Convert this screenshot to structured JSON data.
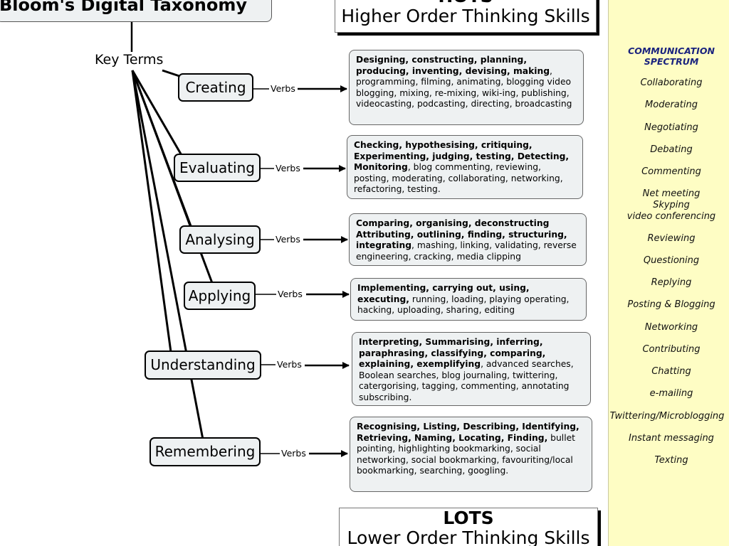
{
  "title": "Bloom's Digital Taxonomy",
  "hots": {
    "abbr": "HOTS",
    "full": "Higher Order Thinking Skills"
  },
  "lots": {
    "abbr": "LOTS",
    "full": "Lower Order Thinking Skills"
  },
  "key_terms": "Key Terms",
  "verbs_label": "Verbs",
  "levels": [
    {
      "name": "Creating",
      "bold": "Designing, constructing, planning, producing, inventing, devising, making",
      "normal": ", programming, filming, animating, blogging video blogging, mixing, re-mixing, wiki-ing, publishing, videocasting, podcasting, directing, broadcasting"
    },
    {
      "name": "Evaluating",
      "bold": "Checking, hypothesising, critiquing, Experimenting, judging, testing, Detecting, Monitoring",
      "normal": ", blog commenting, reviewing, posting, moderating, collaborating, networking, refactoring, testing."
    },
    {
      "name": "Analysing",
      "bold": "Comparing, organising, deconstructing Attributing, outlining, finding, structuring, integrating",
      "normal": ", mashing, linking, validating, reverse engineering, cracking, media clipping"
    },
    {
      "name": "Applying",
      "bold": "Implementing, carrying out, using, executing,",
      "normal": " running, loading, playing operating, hacking, uploading, sharing, editing"
    },
    {
      "name": "Understanding",
      "bold": "Interpreting, Summarising, inferring, paraphrasing, classifying, comparing, explaining, exemplifying",
      "normal": ", advanced searches, Boolean searches, blog journaling, twittering, catergorising, tagging, commenting, annotating subscribing."
    },
    {
      "name": "Remembering",
      "bold": "Recognising, Listing, Describing, Identifying, Retrieving, Naming, Locating, Finding,",
      "normal": " bullet pointing, highlighting bookmarking, social networking, social bookmarking, favouriting/local bookmarking, searching, googling."
    }
  ],
  "communication": {
    "title": "COMMUNICATION\nSPECTRUM",
    "items": [
      "Collaborating",
      "Moderating",
      "Negotiating",
      "Debating",
      "Commenting",
      "Net meeting\nSkyping\nvideo conferencing",
      "Reviewing",
      "Questioning",
      "Replying",
      "Posting & Blogging",
      "Networking",
      "Contributing",
      "Chatting",
      "e-mailing",
      "Twittering/Microblogging",
      "Instant messaging",
      "Texting"
    ]
  },
  "colors": {
    "sidebar_bg": "#fefdc4",
    "node_bg": "#eef1f2",
    "spectrum_title": "#1a237e"
  }
}
